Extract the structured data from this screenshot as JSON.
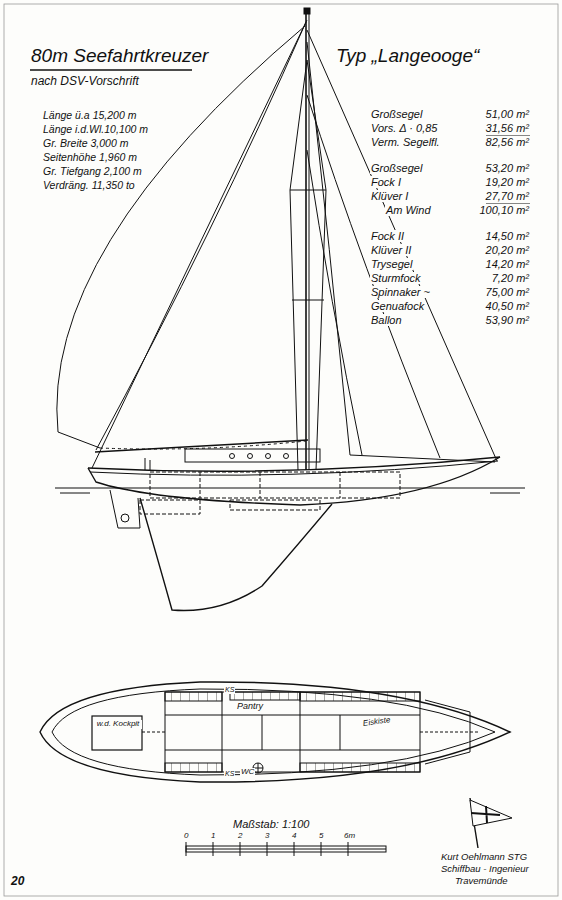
{
  "diagram": {
    "title": "80m Seefahrtkreuzer",
    "labels": [
      "nach DSV-Vorschrift",
      "Typ „Langeooge“",
      "Länge ü.a 15,200 m",
      "Länge i.d.Wl.10,100 m",
      "Gr. Breite 3,000 m",
      "Seitenhöhe 1,960 m",
      "Gr. Tiefgang 2,100 m",
      "Verdräng. 11,350 to",
      "Großsegel",
      "51,00 m²",
      "Vors. Δ · 0,85",
      "31,56 m²",
      "Verm. Segelfl.",
      "82,56 m²",
      "Großsegel",
      "53,20 m²",
      "Fock I",
      "19,20 m²",
      "Klüver I",
      "27,70 m²",
      "Am Wind",
      "100,10 m²",
      "Fock II",
      "14,50 m²",
      "Klüver II",
      "20,20 m²",
      "Trysegel",
      "14,20 m²",
      "Sturmfock",
      "7,20 m²",
      "Spinnaker ~",
      "75,00 m²",
      "Genuafock",
      "40,50 m²",
      "Ballon",
      "53,90 m²",
      "Pantry",
      "KS",
      "KS",
      "WC",
      "w.d. Kockpit",
      "Eiskiste",
      "Maßstab: 1:100",
      "0",
      "1",
      "2",
      "3",
      "4",
      "5",
      "6m",
      "Kurt Oehlmann STG",
      "Schiffbau - Ingenieur",
      "Travemünde",
      "20"
    ]
  }
}
